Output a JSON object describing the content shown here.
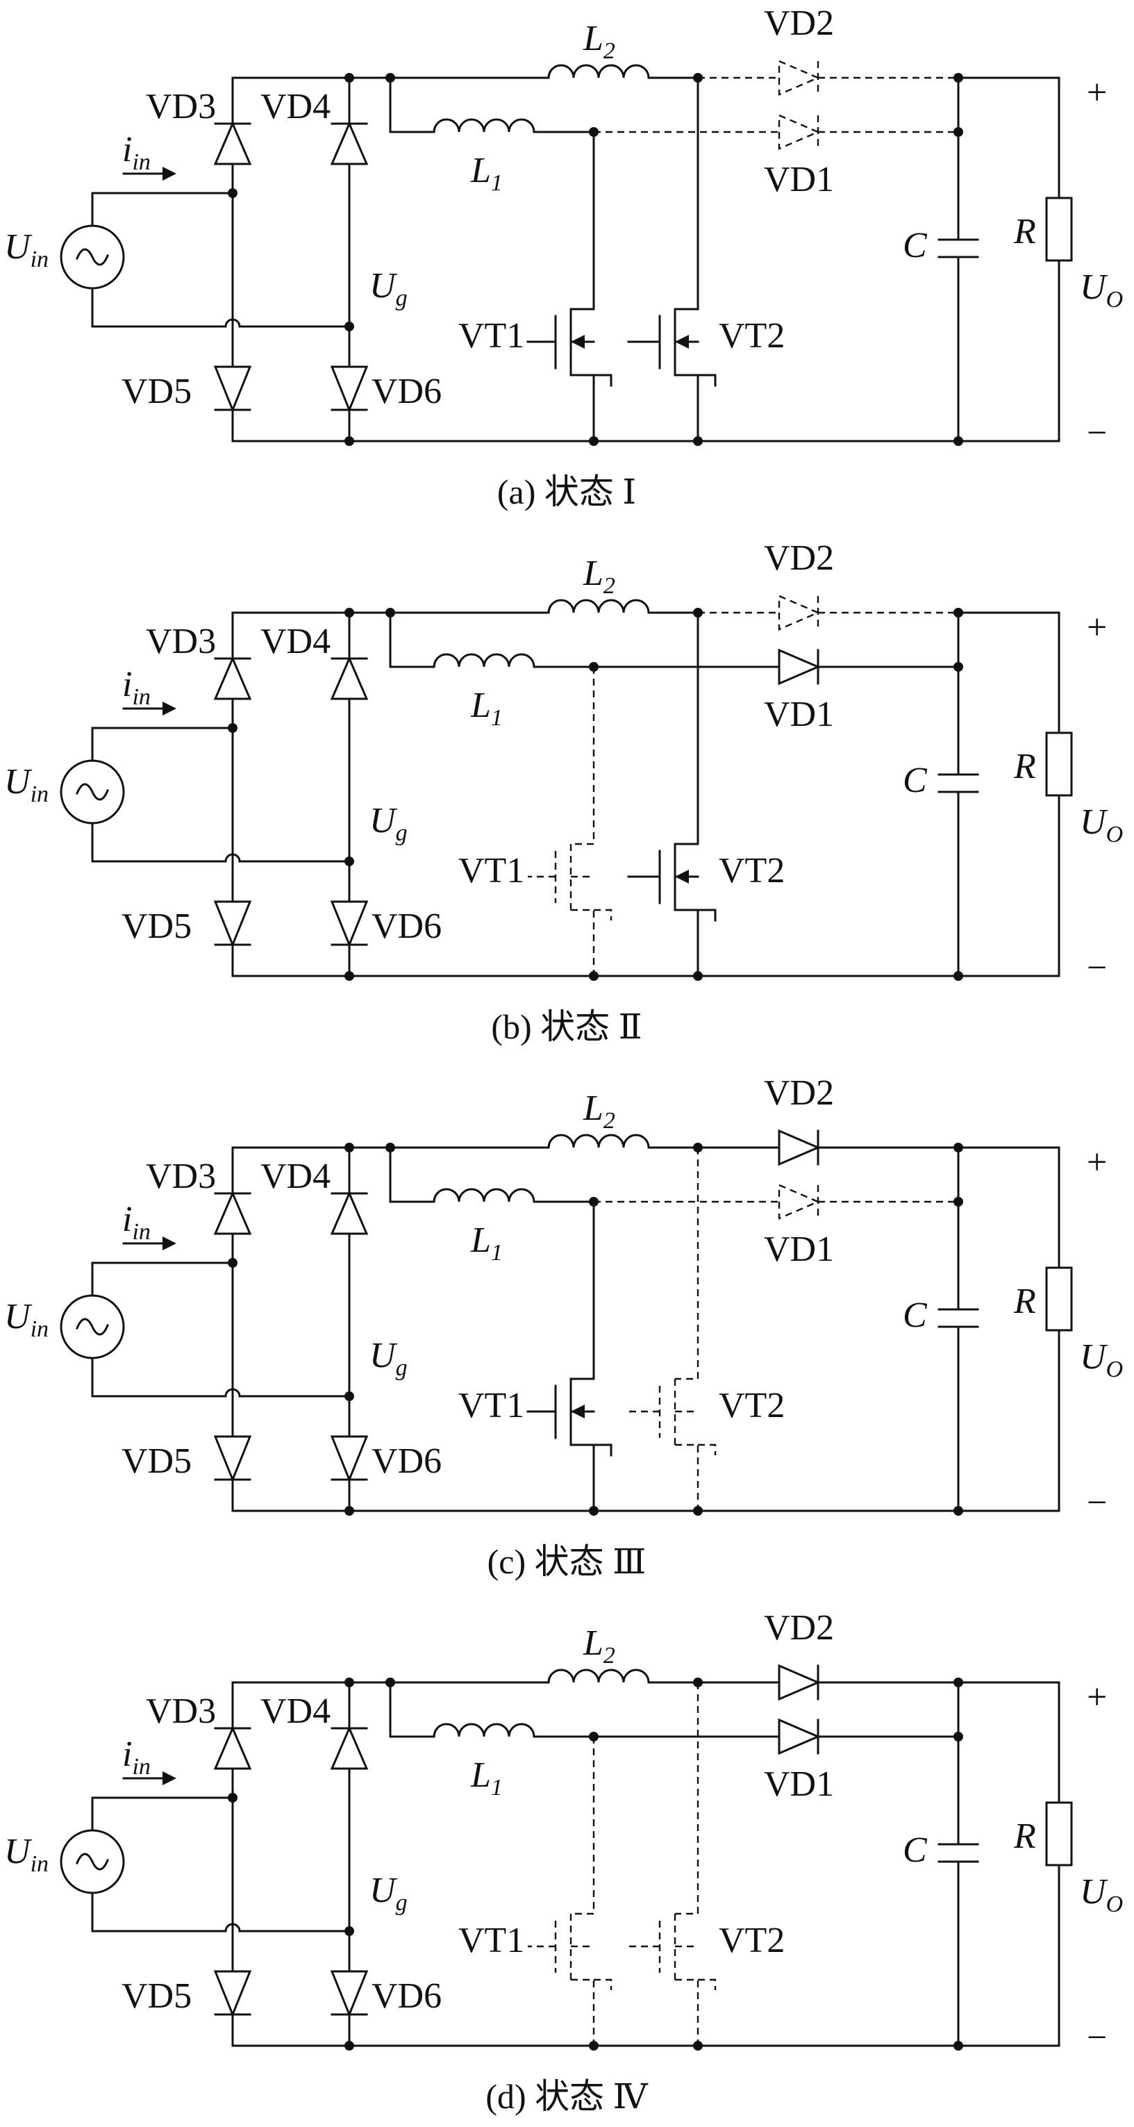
{
  "labels": {
    "vd3": "VD3",
    "vd4": "VD4",
    "vd5": "VD5",
    "vd6": "VD6",
    "vd1": "VD1",
    "vd2": "VD2",
    "vt1": "VT1",
    "vt2": "VT2",
    "iin_main": "i",
    "iin_sub": "in",
    "uin_main": "U",
    "uin_sub": "in",
    "ug_main": "U",
    "ug_sub": "g",
    "l1_main": "L",
    "l1_sub": "1",
    "l2_main": "L",
    "l2_sub": "2",
    "c": "C",
    "r": "R",
    "uo_main": "U",
    "uo_sub": "O",
    "plus": "+",
    "minus": "−"
  },
  "panels": [
    {
      "caption": "(a)  状态 Ⅰ",
      "vd1": "off",
      "vd2": "off",
      "vt1": "on",
      "vt2": "on",
      "l1": "on",
      "l2": "on"
    },
    {
      "caption": "(b)  状态 Ⅱ",
      "vd1": "on",
      "vd2": "off",
      "vt1": "off",
      "vt2": "on",
      "l1": "on",
      "l2": "on"
    },
    {
      "caption": "(c)  状态 Ⅲ",
      "vd1": "off",
      "vd2": "on",
      "vt1": "on",
      "vt2": "off",
      "l1": "on",
      "l2": "on"
    },
    {
      "caption": "(d)  状态 Ⅳ",
      "vd1": "on",
      "vd2": "on",
      "vt1": "off",
      "vt2": "off",
      "l1": "on",
      "l2": "on"
    }
  ]
}
